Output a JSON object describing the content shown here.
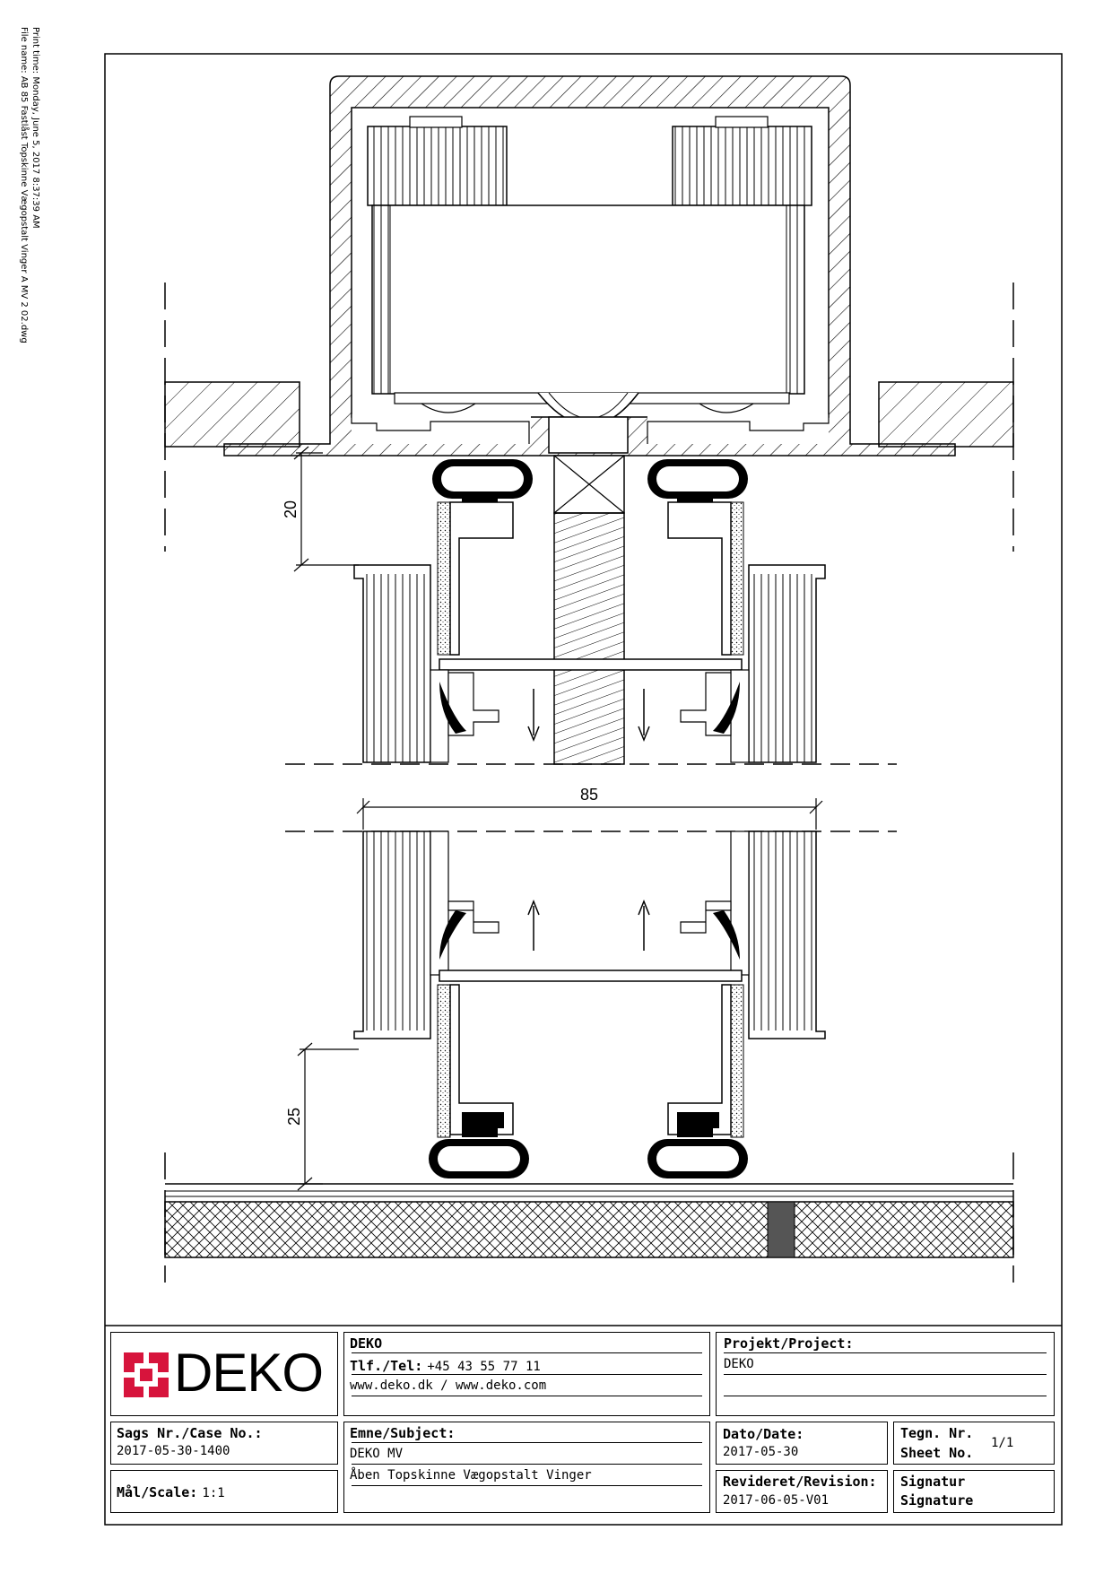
{
  "print_info": {
    "print_time": "Print time: Monday, June 5, 2017 8:37:39 AM",
    "file_name": "File name: AB 85 Fastlåst Topskinne Vægopstalt Vinger A MV 2 02.dwg"
  },
  "dimensions": {
    "top_gap": "20",
    "width": "85",
    "bottom_gap": "25"
  },
  "title_block": {
    "logo_text": "DEKO",
    "company": {
      "name": "DEKO",
      "tel_label": "Tlf./Tel:",
      "tel_value": "+45 43 55 77 11",
      "web": "www.deko.dk / www.deko.com"
    },
    "project": {
      "label": "Projekt/Project:",
      "value": "DEKO"
    },
    "case": {
      "label": "Sags Nr./Case No.:",
      "value": "2017-05-30-1400"
    },
    "subject": {
      "label": "Emne/Subject:",
      "line1": "DEKO MV",
      "line2": "Åben Topskinne Vægopstalt Vinger"
    },
    "date": {
      "label": "Dato/Date:",
      "value": "2017-05-30"
    },
    "sheet": {
      "label_1": "Tegn. Nr.",
      "label_2": "Sheet No.",
      "value": "1/1"
    },
    "scale": {
      "label": "Mål/Scale:",
      "value": "1:1"
    },
    "revision": {
      "label": "Revideret/Revision:",
      "value": "2017-06-05-V01"
    },
    "signature": {
      "label_1": "Signatur",
      "label_2": "Signature"
    }
  },
  "colors": {
    "line": "#000000",
    "logo_red": "#d7143c"
  }
}
